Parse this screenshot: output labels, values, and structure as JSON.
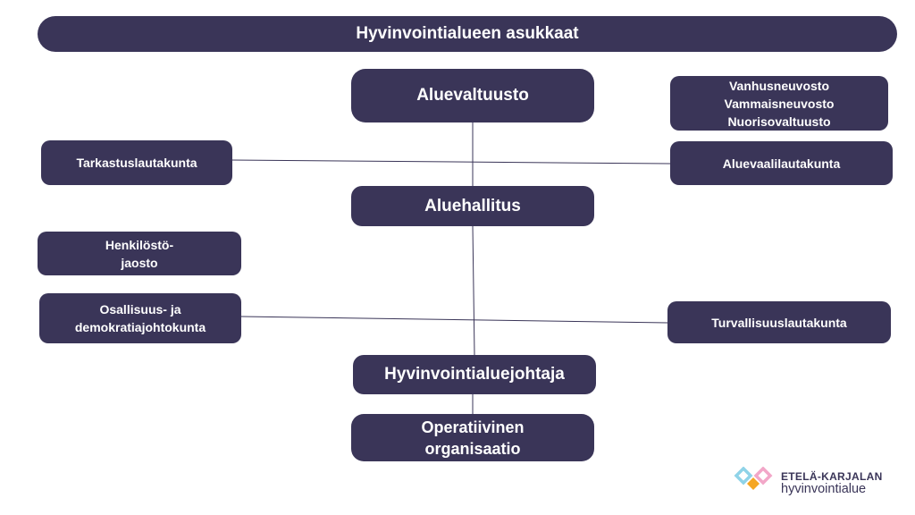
{
  "header": {
    "title": "Hyvinvointialueen asukkaat"
  },
  "nodes": {
    "aluevaltuusto": "Aluevaltuusto",
    "advisory_councils": "Vanhusneuvosto\nVammaisneuvosto\nNuorisovaltuusto",
    "tarkastuslautakunta": "Tarkastuslautakunta",
    "aluevaalilautakunta": "Aluevaalilautakunta",
    "aluehallitus": "Aluehallitus",
    "henkilosto_jaosto": "Henkilöstö-\njaosto",
    "osallisuus": "Osallisuus- ja\ndemokratiajohtokunta",
    "turvallisuuslautakunta": "Turvallisuuslautakunta",
    "hyvinvointialuejohtaja": "Hyvinvointialuejohtaja",
    "operatiivinen": "Operatiivinen\norganisaatio"
  },
  "logo": {
    "line1": "ETELÄ-KARJALAN",
    "line2": "hyvinvointialue",
    "colors": [
      "#8fd3e8",
      "#f2a7c8",
      "#f5a623",
      "#3a3558"
    ]
  },
  "colors": {
    "box": "#3a3558",
    "connector": "#3a3558",
    "text": "#ffffff"
  }
}
